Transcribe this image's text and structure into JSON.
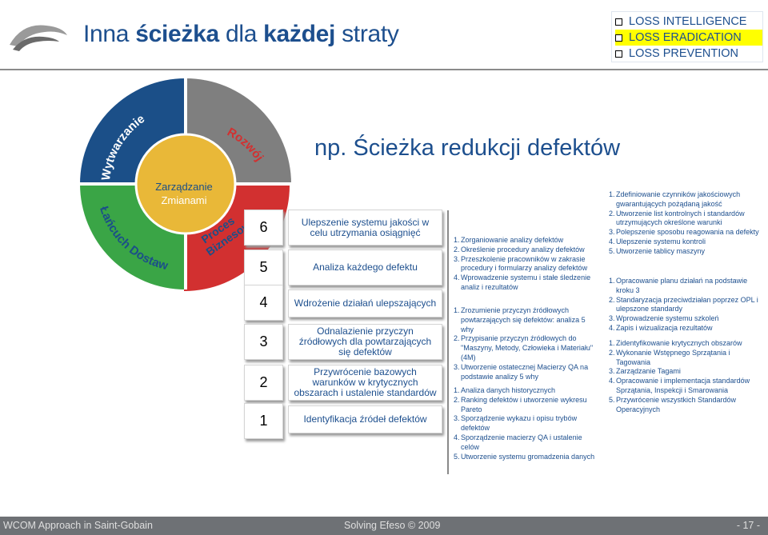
{
  "header": {
    "title_prefix": "Inna ",
    "title_bold1": "ścieżka",
    "title_middle": " dla ",
    "title_bold2": "każdej",
    "title_suffix": " straty",
    "loss_options": [
      {
        "label": "LOSS INTELLIGENCE",
        "highlighted": false
      },
      {
        "label": "LOSS ERADICATION",
        "highlighted": true
      },
      {
        "label": "LOSS PREVENTION",
        "highlighted": false
      }
    ]
  },
  "diagram": {
    "segments": {
      "top_left": "Wytwarzanie",
      "top_right": "Rozwój",
      "bottom_left": "Łańcuch Dostaw",
      "bottom_right_line1": "Proces",
      "bottom_right_line2": "Biznesowy"
    },
    "center_line1": "Zarządzanie",
    "center_line2": "Zmianami"
  },
  "main": {
    "subtitle": "np. Ścieżka redukcji defektów",
    "steps": [
      {
        "number": "6",
        "text": "Ulepszenie systemu jakości w celu utrzymania osiągnięć"
      },
      {
        "number": "5",
        "text": "Analiza każdego defektu"
      },
      {
        "number": "4",
        "text": "Wdrożenie działań ulepszających"
      },
      {
        "number": "3",
        "text": "Odnalazienie przyczyn źródłowych dla powtarzających się defektów"
      },
      {
        "number": "2",
        "text": "Przywrócenie bazowych warunków w krytycznych obszarach i ustalenie standardów"
      },
      {
        "number": "1",
        "text": "Identyfikacja źródeł defektów"
      }
    ],
    "middle_lists": [
      [
        "Zorganiowanie analizy defektów",
        "Określenie procedury analizy defektów",
        "Przeszkolenie pracowników w zakrasie procedury i formularzy analizy defektów",
        "Wprowadzenie systemu i stałe śledzenie analiz i rezultatów"
      ],
      [
        "Zrozumienie przyczyn źródłowych powtarzających się defektów: analiza 5 why",
        "Przypisanie przyczyn źródłowych do \"Maszyny, Metody, Człowieka i Materiału\" (4M)",
        "Utworzenie ostatecznej Macierzy QA na podstawie analizy 5 why"
      ],
      [
        "Analiza danych historycznych",
        "Ranking defektów i utworzenie wykresu Pareto",
        "Sporządzenie wykazu i opisu trybów defektów",
        "Sporządzenie macierzy QA i ustalenie celów",
        "Utworzenie systemu gromadzenia danych"
      ]
    ],
    "right_lists": [
      [
        "Zdefiniowanie czynników jakościowych gwarantujących pożądaną jakość",
        "Utworzenie list kontrolnych i standardów utrzymujących określone warunki",
        "Polepszenie sposobu reagowania na defekty",
        "Ulepszenie systemu kontroli",
        "Utworzenie tablicy maszyny"
      ],
      [
        "Opracowanie planu działań na podstawie kroku 3",
        "Standaryzacja przeciwdziałan poprzez OPL i ulepszone standardy",
        "Wprowadzenie systemu szkoleń",
        "Zapis i wizualizacja rezultatów"
      ],
      [
        "Zidentyfikowanie krytycznych obszarów",
        "Wykonanie Wstępnego Sprzątania i Tagowania",
        "Zarządzanie Tagami",
        "Opracowanie i implementacja standardów Sprzątania, Inspekcji i Smarowania",
        "Przywrócenie wszystkich Standardów Operacyjnych"
      ]
    ]
  },
  "footer": {
    "left": "WCOM Approach in Saint-Gobain",
    "center": "Solving Efeso © 2009",
    "right": "- 17 -"
  },
  "colors": {
    "title_blue": "#1d4f8e",
    "segment_top_left": "#1b4f88",
    "segment_top_right": "#7f7f7f",
    "segment_bottom_left": "#3aa546",
    "segment_bottom_right": "#d23030",
    "center": "#e9b838",
    "highlight": "#ffff00",
    "footer_bg": "#6e7175"
  }
}
